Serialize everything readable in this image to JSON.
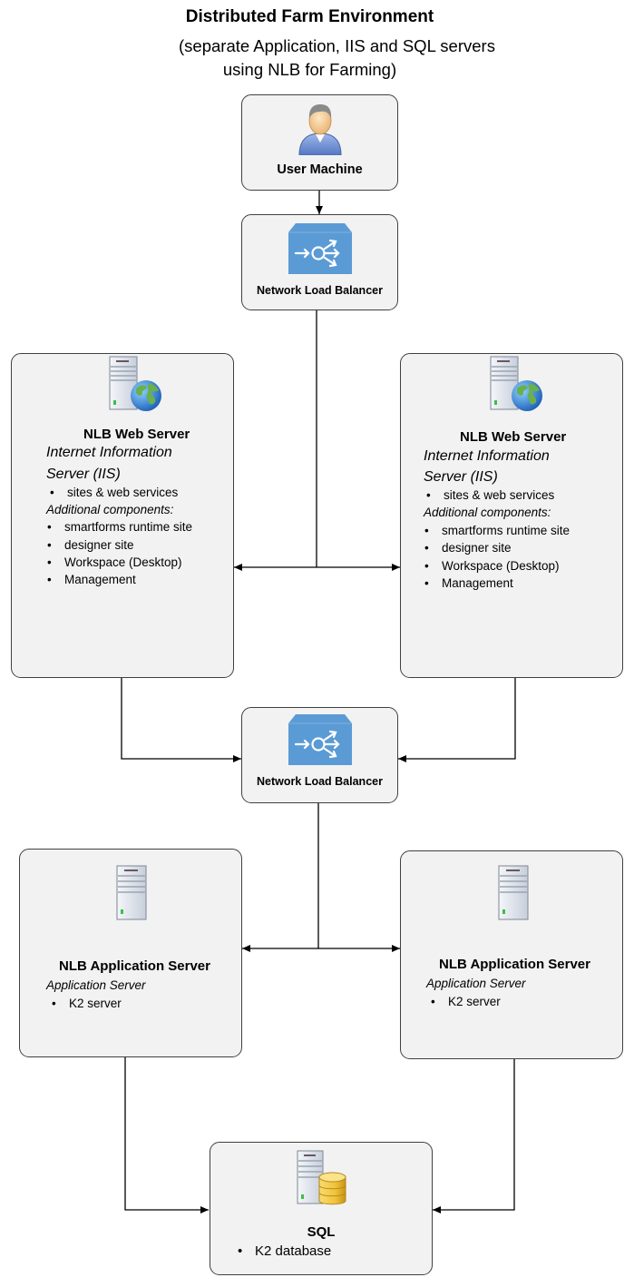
{
  "title": {
    "line1": "Distributed Farm Environment",
    "line2": "(separate Application, IIS and SQL servers",
    "line3": "using NLB for Farming)"
  },
  "nodes": {
    "user_machine": {
      "label": "User Machine",
      "icon": "user-icon"
    },
    "nlb_top": {
      "label": "Network Load Balancer",
      "icon": "load-balancer-icon"
    },
    "web_server_left": {
      "label": "NLB Web Server",
      "icon": "web-server-globe-icon",
      "subtitle_line1": "Internet Information",
      "subtitle_line2": "Server (IIS)",
      "primary_items": [
        "sites  & web services"
      ],
      "additional_label": "Additional components:",
      "additional_items": [
        "smartforms runtime site",
        "designer site",
        "Workspace (Desktop)",
        "Management"
      ]
    },
    "web_server_right": {
      "label": "NLB Web Server",
      "icon": "web-server-globe-icon",
      "subtitle_line1": "Internet Information",
      "subtitle_line2": "Server (IIS)",
      "primary_items": [
        "sites  & web services"
      ],
      "additional_label": "Additional components:",
      "additional_items": [
        "smartforms runtime site",
        "designer site",
        "Workspace (Desktop)",
        "Management"
      ]
    },
    "nlb_middle": {
      "label": "Network Load Balancer",
      "icon": "load-balancer-icon"
    },
    "app_server_left": {
      "label": "NLB Application Server",
      "icon": "server-icon",
      "subtitle": "Application Server",
      "items": [
        "K2 server"
      ]
    },
    "app_server_right": {
      "label": "NLB Application Server",
      "icon": "server-icon",
      "subtitle": "Application Server",
      "items": [
        "K2 server"
      ]
    },
    "sql": {
      "label": "SQL",
      "icon": "database-server-icon",
      "items": [
        "K2 database"
      ]
    }
  },
  "connections": [
    {
      "from": "user_machine",
      "to": "nlb_top"
    },
    {
      "from": "nlb_top",
      "to": "web_server_left"
    },
    {
      "from": "nlb_top",
      "to": "web_server_right"
    },
    {
      "from": "web_server_left",
      "to": "nlb_middle"
    },
    {
      "from": "web_server_right",
      "to": "nlb_middle"
    },
    {
      "from": "nlb_middle",
      "to": "app_server_left"
    },
    {
      "from": "nlb_middle",
      "to": "app_server_right"
    },
    {
      "from": "app_server_left",
      "to": "sql"
    },
    {
      "from": "app_server_right",
      "to": "sql"
    }
  ],
  "colors": {
    "box_fill": "#f2f2f2",
    "box_border": "#404040",
    "nlb_blue": "#5b9bd5",
    "db_gold": "#f0c43c"
  }
}
